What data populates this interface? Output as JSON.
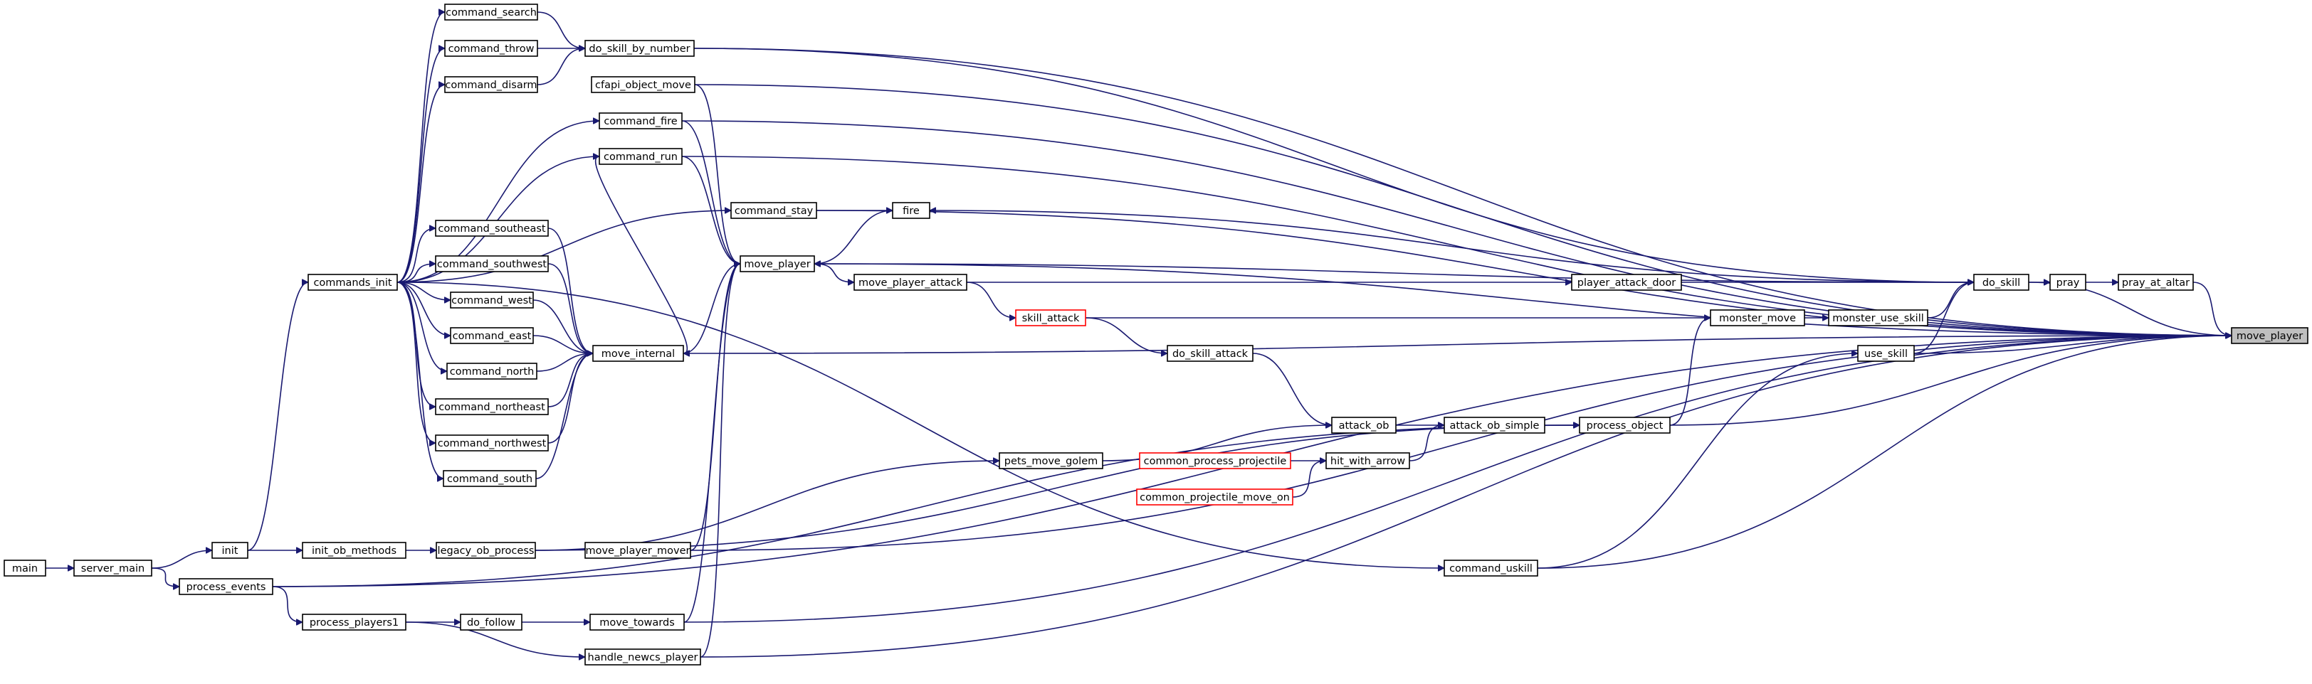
{
  "graph": {
    "colors": {
      "edge": "#191970",
      "normal_border": "#000000",
      "highlight_border": "#ff0000",
      "focus_fill": "#bfbfbf"
    },
    "nodes": [
      {
        "id": "command_search",
        "label": "command_search",
        "style": "normal"
      },
      {
        "id": "do_skill_by_number",
        "label": "do_skill_by_number",
        "style": "normal"
      },
      {
        "id": "command_throw",
        "label": "command_throw",
        "style": "normal"
      },
      {
        "id": "cfapi_object_move",
        "label": "cfapi_object_move",
        "style": "normal"
      },
      {
        "id": "command_disarm",
        "label": "command_disarm",
        "style": "normal"
      },
      {
        "id": "command_fire",
        "label": "command_fire",
        "style": "normal"
      },
      {
        "id": "command_run",
        "label": "command_run",
        "style": "normal"
      },
      {
        "id": "command_stay",
        "label": "command_stay",
        "style": "normal"
      },
      {
        "id": "fire",
        "label": "fire",
        "style": "normal"
      },
      {
        "id": "command_southeast",
        "label": "command_southeast",
        "style": "normal"
      },
      {
        "id": "move_player",
        "label": "move_player",
        "style": "normal"
      },
      {
        "id": "commands_init",
        "label": "commands_init",
        "style": "normal"
      },
      {
        "id": "command_southwest",
        "label": "command_southwest",
        "style": "normal"
      },
      {
        "id": "move_player_attack",
        "label": "move_player_attack",
        "style": "normal"
      },
      {
        "id": "player_attack_door",
        "label": "player_attack_door",
        "style": "normal"
      },
      {
        "id": "do_skill",
        "label": "do_skill",
        "style": "normal"
      },
      {
        "id": "pray",
        "label": "pray",
        "style": "normal"
      },
      {
        "id": "pray_at_altar",
        "label": "pray_at_altar",
        "style": "normal"
      },
      {
        "id": "command_west",
        "label": "command_west",
        "style": "normal"
      },
      {
        "id": "skill_attack",
        "label": "skill_attack",
        "style": "red"
      },
      {
        "id": "monster_move",
        "label": "monster_move",
        "style": "normal"
      },
      {
        "id": "monster_use_skill",
        "label": "monster_use_skill",
        "style": "normal"
      },
      {
        "id": "move_player_focus",
        "label": "move_player",
        "style": "focus"
      },
      {
        "id": "command_east",
        "label": "command_east",
        "style": "normal"
      },
      {
        "id": "do_skill_attack",
        "label": "do_skill_attack",
        "style": "normal"
      },
      {
        "id": "move_internal",
        "label": "move_internal",
        "style": "normal"
      },
      {
        "id": "use_skill",
        "label": "use_skill",
        "style": "normal"
      },
      {
        "id": "command_north",
        "label": "command_north",
        "style": "normal"
      },
      {
        "id": "command_northeast",
        "label": "command_northeast",
        "style": "normal"
      },
      {
        "id": "attack_ob",
        "label": "attack_ob",
        "style": "normal"
      },
      {
        "id": "attack_ob_simple",
        "label": "attack_ob_simple",
        "style": "normal"
      },
      {
        "id": "process_object",
        "label": "process_object",
        "style": "normal"
      },
      {
        "id": "command_northwest",
        "label": "command_northwest",
        "style": "normal"
      },
      {
        "id": "pets_move_golem",
        "label": "pets_move_golem",
        "style": "normal"
      },
      {
        "id": "common_process_projectile",
        "label": "common_process_projectile",
        "style": "red"
      },
      {
        "id": "hit_with_arrow",
        "label": "hit_with_arrow",
        "style": "normal"
      },
      {
        "id": "command_south",
        "label": "command_south",
        "style": "normal"
      },
      {
        "id": "common_projectile_move_on",
        "label": "common_projectile_move_on",
        "style": "red"
      },
      {
        "id": "main",
        "label": "main",
        "style": "normal"
      },
      {
        "id": "server_main",
        "label": "server_main",
        "style": "normal"
      },
      {
        "id": "init",
        "label": "init",
        "style": "normal"
      },
      {
        "id": "init_ob_methods",
        "label": "init_ob_methods",
        "style": "normal"
      },
      {
        "id": "legacy_ob_process",
        "label": "legacy_ob_process",
        "style": "normal"
      },
      {
        "id": "move_player_mover",
        "label": "move_player_mover",
        "style": "normal"
      },
      {
        "id": "command_uskill",
        "label": "command_uskill",
        "style": "normal"
      },
      {
        "id": "process_events",
        "label": "process_events",
        "style": "normal"
      },
      {
        "id": "process_players1",
        "label": "process_players1",
        "style": "normal"
      },
      {
        "id": "do_follow",
        "label": "do_follow",
        "style": "normal"
      },
      {
        "id": "move_towards",
        "label": "move_towards",
        "style": "normal"
      },
      {
        "id": "handle_newcs_player",
        "label": "handle_newcs_player",
        "style": "normal"
      }
    ],
    "edges": [
      [
        "commands_init",
        "command_search"
      ],
      [
        "commands_init",
        "command_throw"
      ],
      [
        "commands_init",
        "command_disarm"
      ],
      [
        "commands_init",
        "command_fire"
      ],
      [
        "commands_init",
        "command_run"
      ],
      [
        "commands_init",
        "command_stay"
      ],
      [
        "commands_init",
        "command_southeast"
      ],
      [
        "commands_init",
        "command_southwest"
      ],
      [
        "commands_init",
        "command_west"
      ],
      [
        "commands_init",
        "command_east"
      ],
      [
        "commands_init",
        "command_north"
      ],
      [
        "commands_init",
        "command_northeast"
      ],
      [
        "commands_init",
        "command_northwest"
      ],
      [
        "commands_init",
        "command_south"
      ],
      [
        "commands_init",
        "command_uskill"
      ],
      [
        "command_search",
        "do_skill_by_number"
      ],
      [
        "command_throw",
        "do_skill_by_number"
      ],
      [
        "command_disarm",
        "do_skill_by_number"
      ],
      [
        "do_skill_by_number",
        "do_skill"
      ],
      [
        "command_fire",
        "move_player"
      ],
      [
        "command_run",
        "move_player"
      ],
      [
        "command_stay",
        "fire"
      ],
      [
        "cfapi_object_move",
        "move_player"
      ],
      [
        "fire",
        "move_player"
      ],
      [
        "do_skill",
        "fire"
      ],
      [
        "do_skill",
        "pray"
      ],
      [
        "do_skill",
        "move_player"
      ],
      [
        "pray",
        "pray_at_altar"
      ],
      [
        "move_player",
        "move_player_attack"
      ],
      [
        "move_player_attack",
        "player_attack_door"
      ],
      [
        "move_player_attack",
        "skill_attack"
      ],
      [
        "player_attack_door",
        "do_skill"
      ],
      [
        "skill_attack",
        "monster_move"
      ],
      [
        "skill_attack",
        "do_skill_attack"
      ],
      [
        "monster_move",
        "monster_use_skill"
      ],
      [
        "monster_use_skill",
        "do_skill"
      ],
      [
        "use_skill",
        "do_skill"
      ],
      [
        "do_skill_attack",
        "attack_ob"
      ],
      [
        "attack_ob",
        "attack_ob_simple"
      ],
      [
        "attack_ob_simple",
        "process_object"
      ],
      [
        "hit_with_arrow",
        "attack_ob_simple"
      ],
      [
        "process_object",
        "monster_move"
      ],
      [
        "pets_move_golem",
        "attack_ob"
      ],
      [
        "common_process_projectile",
        "hit_with_arrow"
      ],
      [
        "common_projectile_move_on",
        "hit_with_arrow"
      ],
      [
        "command_southeast",
        "move_internal"
      ],
      [
        "command_southwest",
        "move_internal"
      ],
      [
        "command_west",
        "move_internal"
      ],
      [
        "command_east",
        "move_internal"
      ],
      [
        "command_north",
        "move_internal"
      ],
      [
        "command_northeast",
        "move_internal"
      ],
      [
        "command_northwest",
        "move_internal"
      ],
      [
        "command_south",
        "move_internal"
      ],
      [
        "command_run",
        "move_internal"
      ],
      [
        "move_internal",
        "move_player"
      ],
      [
        "main",
        "server_main"
      ],
      [
        "server_main",
        "init"
      ],
      [
        "server_main",
        "process_events"
      ],
      [
        "init",
        "commands_init"
      ],
      [
        "init",
        "init_ob_methods"
      ],
      [
        "init_ob_methods",
        "legacy_ob_process"
      ],
      [
        "legacy_ob_process",
        "pets_move_golem"
      ],
      [
        "legacy_ob_process",
        "process_object"
      ],
      [
        "move_player_mover",
        "move_player"
      ],
      [
        "process_events",
        "process_object"
      ],
      [
        "process_events",
        "process_players1"
      ],
      [
        "process_players1",
        "do_follow"
      ],
      [
        "process_players1",
        "handle_newcs_player"
      ],
      [
        "do_follow",
        "move_towards"
      ],
      [
        "move_towards",
        "move_player"
      ],
      [
        "handle_newcs_player",
        "move_player"
      ],
      [
        "command_uskill",
        "use_skill"
      ],
      [
        "do_skill_by_number",
        "move_player_focus"
      ],
      [
        "cfapi_object_move",
        "move_player_focus"
      ],
      [
        "command_fire",
        "move_player_focus"
      ],
      [
        "command_run",
        "move_player_focus"
      ],
      [
        "command_stay",
        "move_player_focus"
      ],
      [
        "move_player",
        "move_player_focus"
      ],
      [
        "do_skill",
        "move_player_focus"
      ],
      [
        "pray_at_altar",
        "move_player_focus"
      ],
      [
        "move_internal",
        "move_player_focus"
      ],
      [
        "use_skill",
        "move_player_focus"
      ],
      [
        "process_object",
        "move_player_focus"
      ],
      [
        "move_player_mover",
        "move_player_focus"
      ],
      [
        "command_uskill",
        "move_player_focus"
      ],
      [
        "process_events",
        "move_player_focus"
      ],
      [
        "move_towards",
        "move_player_focus"
      ],
      [
        "handle_newcs_player",
        "move_player_focus"
      ]
    ]
  }
}
